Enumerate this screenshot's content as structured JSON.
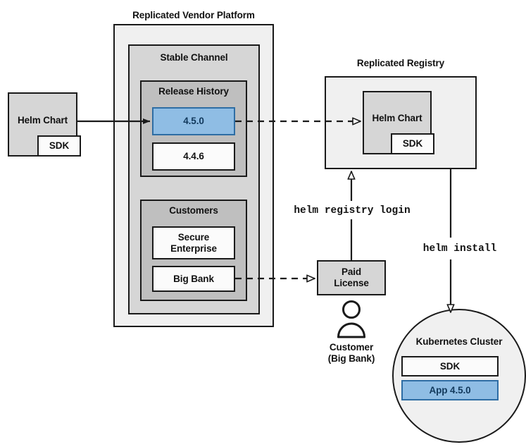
{
  "diagram": {
    "title_vendor_platform": "Replicated Vendor Platform",
    "title_registry": "Replicated Registry",
    "nodes": {
      "source_helm_chart": "Helm Chart",
      "source_sdk": "SDK",
      "stable_channel": "Stable Channel",
      "release_history": "Release History",
      "release_current": "4.5.0",
      "release_previous": "4.4.6",
      "customers": "Customers",
      "customer_secure_enterprise": "Secure\nEnterprise",
      "customer_secure_enterprise_line1": "Secure",
      "customer_secure_enterprise_line2": "Enterprise",
      "customer_big_bank": "Big Bank",
      "registry_helm_chart": "Helm Chart",
      "registry_sdk": "SDK",
      "paid_license_line1": "Paid",
      "paid_license_line2": "License",
      "customer_actor_line1": "Customer",
      "customer_actor_line2": "(Big Bank)",
      "kubernetes_cluster": "Kubernetes Cluster",
      "cluster_sdk": "SDK",
      "cluster_app": "App 4.5.0"
    },
    "edges": {
      "helm_registry_login": "helm registry login",
      "helm_install": "helm install"
    },
    "colors": {
      "accent_blue_fill": "#8fbde4",
      "accent_blue_border": "#2e6da4",
      "accent_blue_text": "#12395c",
      "stroke": "#1a1a1a",
      "vendor_platform_fill": "#f0f0f0",
      "channel_fill": "#d6d6d6",
      "section_fill": "#bfbfbf",
      "box_fill_white": "#fbfbfb",
      "box_fill_gray": "#d6d6d6"
    }
  }
}
